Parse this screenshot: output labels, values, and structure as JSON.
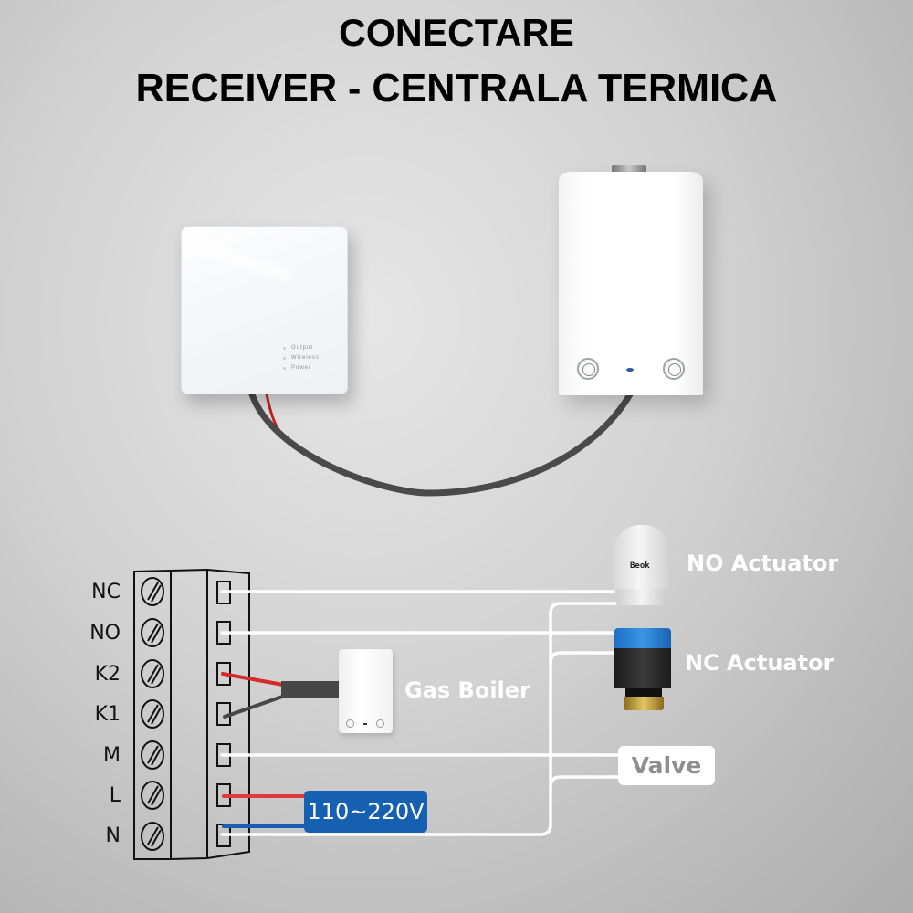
{
  "title": {
    "line1": "CONECTARE",
    "line2": "RECEIVER - CENTRALA TERMICA"
  },
  "receiver": {
    "leds": [
      "Output",
      "Wireless",
      "Power"
    ]
  },
  "terminal_block": {
    "terminals": [
      "NC",
      "NO",
      "K2",
      "K1",
      "M",
      "L",
      "N"
    ]
  },
  "devices": {
    "gas_boiler": "Gas Boiler",
    "no_actuator": "NO Actuator",
    "nc_actuator": "NC Actuator",
    "valve": "Valve",
    "no_actuator_brand": "Beok"
  },
  "power": {
    "voltage": "110~220V"
  },
  "colors": {
    "live_wire": "#e0393c",
    "neutral_wire": "#1a5fb4",
    "signal_wire": "#ffffff",
    "cable": "#4a4a4a",
    "voltage_badge": "#1660b2"
  }
}
